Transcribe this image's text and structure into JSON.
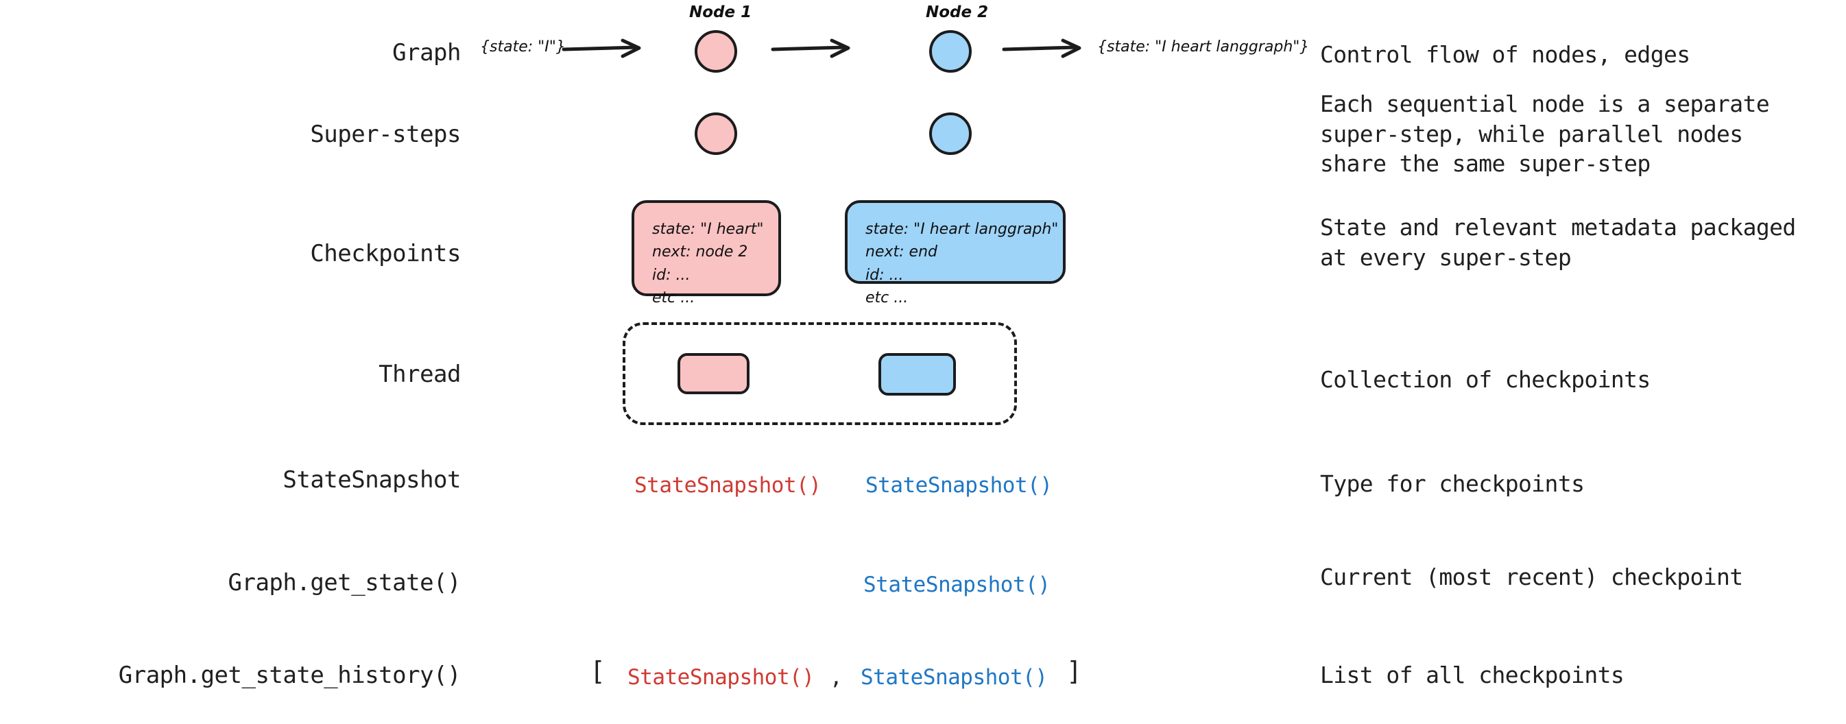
{
  "rows": [
    {
      "id": "graph",
      "label": "Graph",
      "description": "Control flow of nodes, edges"
    },
    {
      "id": "super-steps",
      "label": "Super-steps",
      "description": "Each sequential node is a separate\nsuper-step, while parallel nodes\nshare the same super-step"
    },
    {
      "id": "checkpoints",
      "label": "Checkpoints",
      "description": "State and relevant metadata packaged\nat every super-step"
    },
    {
      "id": "thread",
      "label": "Thread",
      "description": "Collection of checkpoints"
    },
    {
      "id": "statesnapshot",
      "label": "StateSnapshot",
      "description": "Type for checkpoints"
    },
    {
      "id": "get-state",
      "label": "Graph.get_state()",
      "description": "Current (most recent) checkpoint"
    },
    {
      "id": "get-state-history",
      "label": "Graph.get_state_history()",
      "description": "List of all checkpoints"
    }
  ],
  "graph_row": {
    "input_state": "{state: \"I\"}",
    "output_state": "{state: \"I heart langgraph\"}",
    "nodes": [
      {
        "caption": "Node 1",
        "color": "#f9c2c3"
      },
      {
        "caption": "Node 2",
        "color": "#9ed4f8"
      }
    ],
    "arrow_count": 3
  },
  "super_steps_row": {
    "nodes": [
      {
        "color": "#f9c2c3"
      },
      {
        "color": "#9ed4f8"
      }
    ]
  },
  "checkpoints_row": {
    "cards": [
      {
        "color": "#f9c2c3",
        "lines": [
          "state: \"I heart\"",
          "next: node 2",
          "id: ...",
          "etc ..."
        ]
      },
      {
        "color": "#9ed4f8",
        "lines": [
          "state: \"I heart langgraph\"",
          "next: end",
          "id: ...",
          "etc ..."
        ]
      }
    ]
  },
  "thread_row": {
    "cards": [
      {
        "color": "#f9c2c3"
      },
      {
        "color": "#9ed4f8"
      }
    ]
  },
  "statesnapshot_row": {
    "items": [
      {
        "text": "StateSnapshot()",
        "color": "#d03a33"
      },
      {
        "text": "StateSnapshot()",
        "color": "#1f77c4"
      }
    ]
  },
  "get_state_row": {
    "item": {
      "text": "StateSnapshot()",
      "color": "#1f77c4"
    }
  },
  "get_state_history_row": {
    "open_bracket": "[",
    "close_bracket": "]",
    "separator": ",",
    "items": [
      {
        "text": "StateSnapshot()",
        "color": "#d03a33"
      },
      {
        "text": "StateSnapshot()",
        "color": "#1f77c4"
      }
    ]
  },
  "colors": {
    "pink": "#f9c2c3",
    "blue": "#9ed4f8",
    "ink": "#1c1c1c",
    "code_red": "#d03a33",
    "code_blue": "#1f77c4",
    "background": "#ffffff"
  }
}
